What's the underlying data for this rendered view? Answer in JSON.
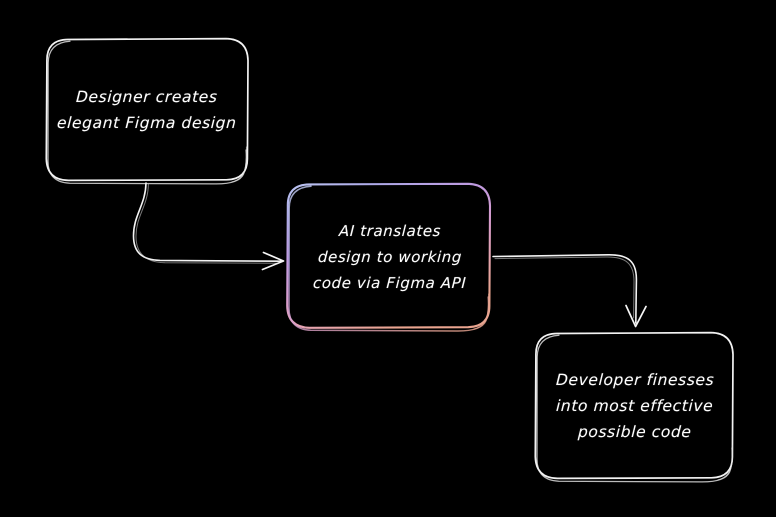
{
  "diagram": {
    "type": "flowchart",
    "background_color": "#000000",
    "style": "hand-drawn-sketch",
    "nodes": [
      {
        "id": "node-designer",
        "lines": [
          "Designer creates",
          "elegant Figma design"
        ],
        "stroke_color": "#ffffff",
        "fill_color": "#000000"
      },
      {
        "id": "node-ai",
        "lines": [
          "AI translates",
          "design to working",
          "code via Figma API"
        ],
        "stroke_gradient": [
          "#b9c4f0",
          "#a9a7e8",
          "#c49adf",
          "#d79ecb",
          "#e5a3ad",
          "#e8a392"
        ],
        "fill_color": "#000000"
      },
      {
        "id": "node-developer",
        "lines": [
          "Developer finesses",
          "into most effective",
          "possible code"
        ],
        "stroke_color": "#ffffff",
        "fill_color": "#000000"
      }
    ],
    "edges": [
      {
        "id": "edge-designer-to-ai",
        "from": "node-designer",
        "to": "node-ai",
        "label": "",
        "stroke_color": "#ffffff",
        "arrowhead": "right"
      },
      {
        "id": "edge-ai-to-developer",
        "from": "node-ai",
        "to": "node-developer",
        "label": "",
        "stroke_color": "#ffffff",
        "arrowhead": "down"
      }
    ]
  }
}
